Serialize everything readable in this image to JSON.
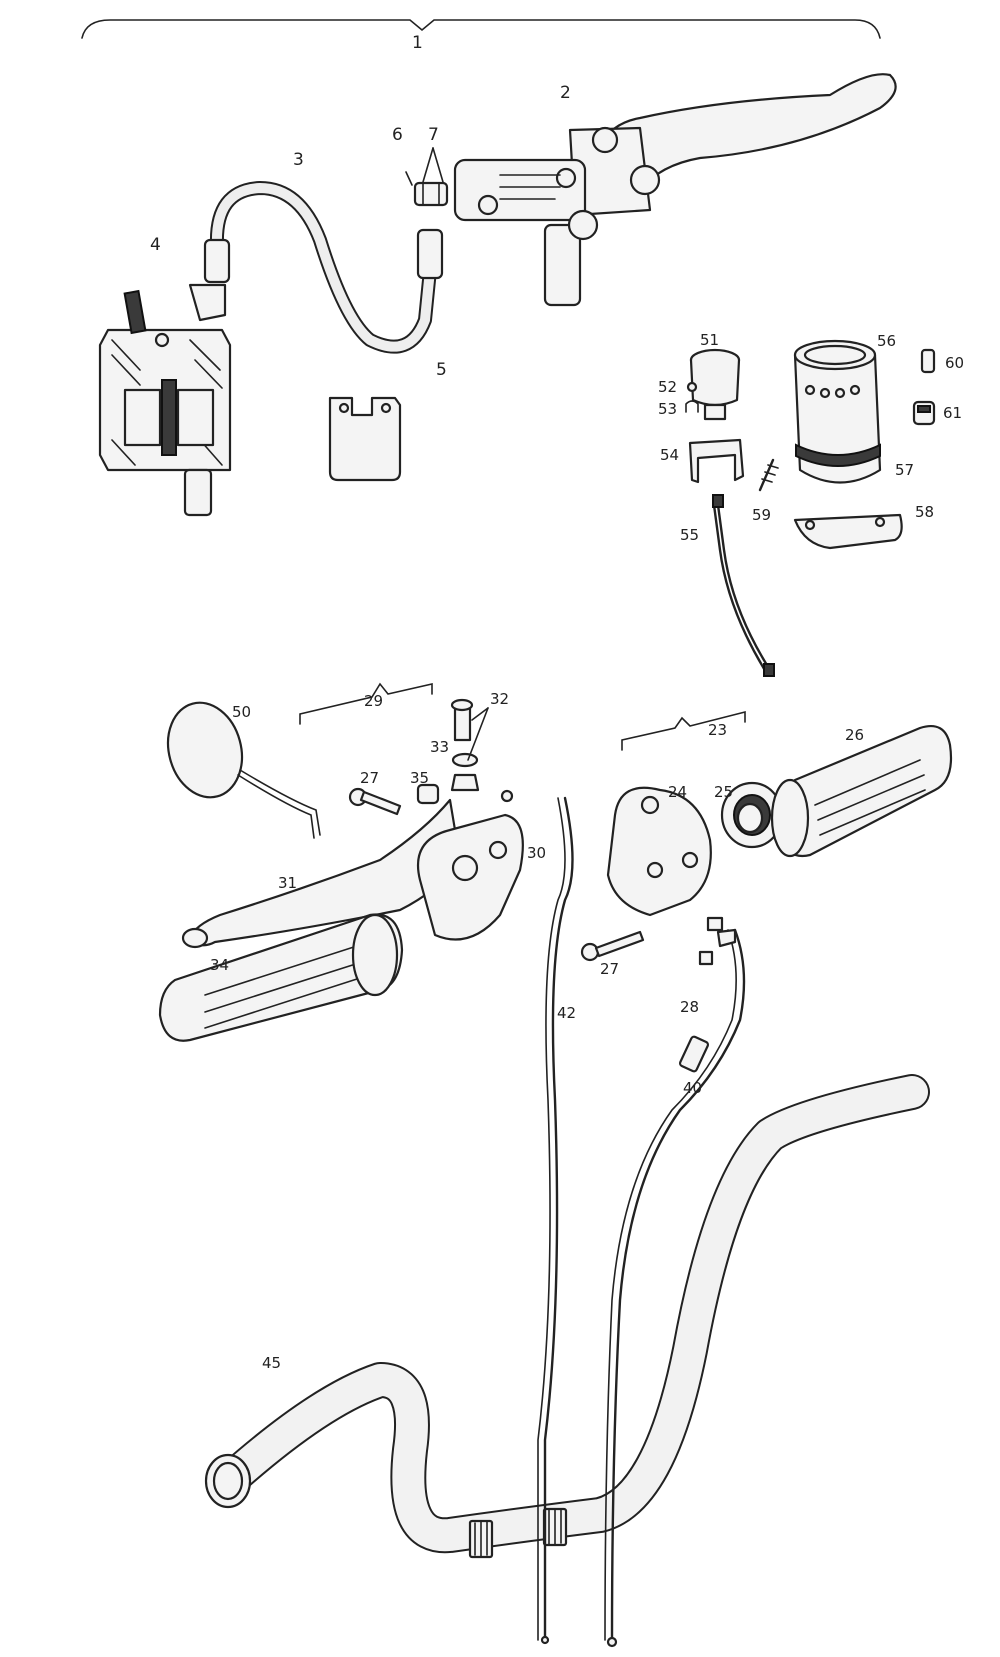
{
  "labels": {
    "n1": "1",
    "n2": "2",
    "n3": "3",
    "n4": "4",
    "n5": "5",
    "n6": "6",
    "n7": "7",
    "n23": "23",
    "n24": "24",
    "n25": "25",
    "n26": "26",
    "n27a": "27",
    "n27b": "27",
    "n28": "28",
    "n29": "29",
    "n30": "30",
    "n31": "31",
    "n32": "32",
    "n33": "33",
    "n34": "34",
    "n35": "35",
    "n40": "40",
    "n42": "42",
    "n45": "45",
    "n50": "50",
    "n51": "51",
    "n52": "52",
    "n53": "53",
    "n54": "54",
    "n55": "55",
    "n56": "56",
    "n57": "57",
    "n58": "58",
    "n59": "59",
    "n60": "60",
    "n61": "61"
  }
}
